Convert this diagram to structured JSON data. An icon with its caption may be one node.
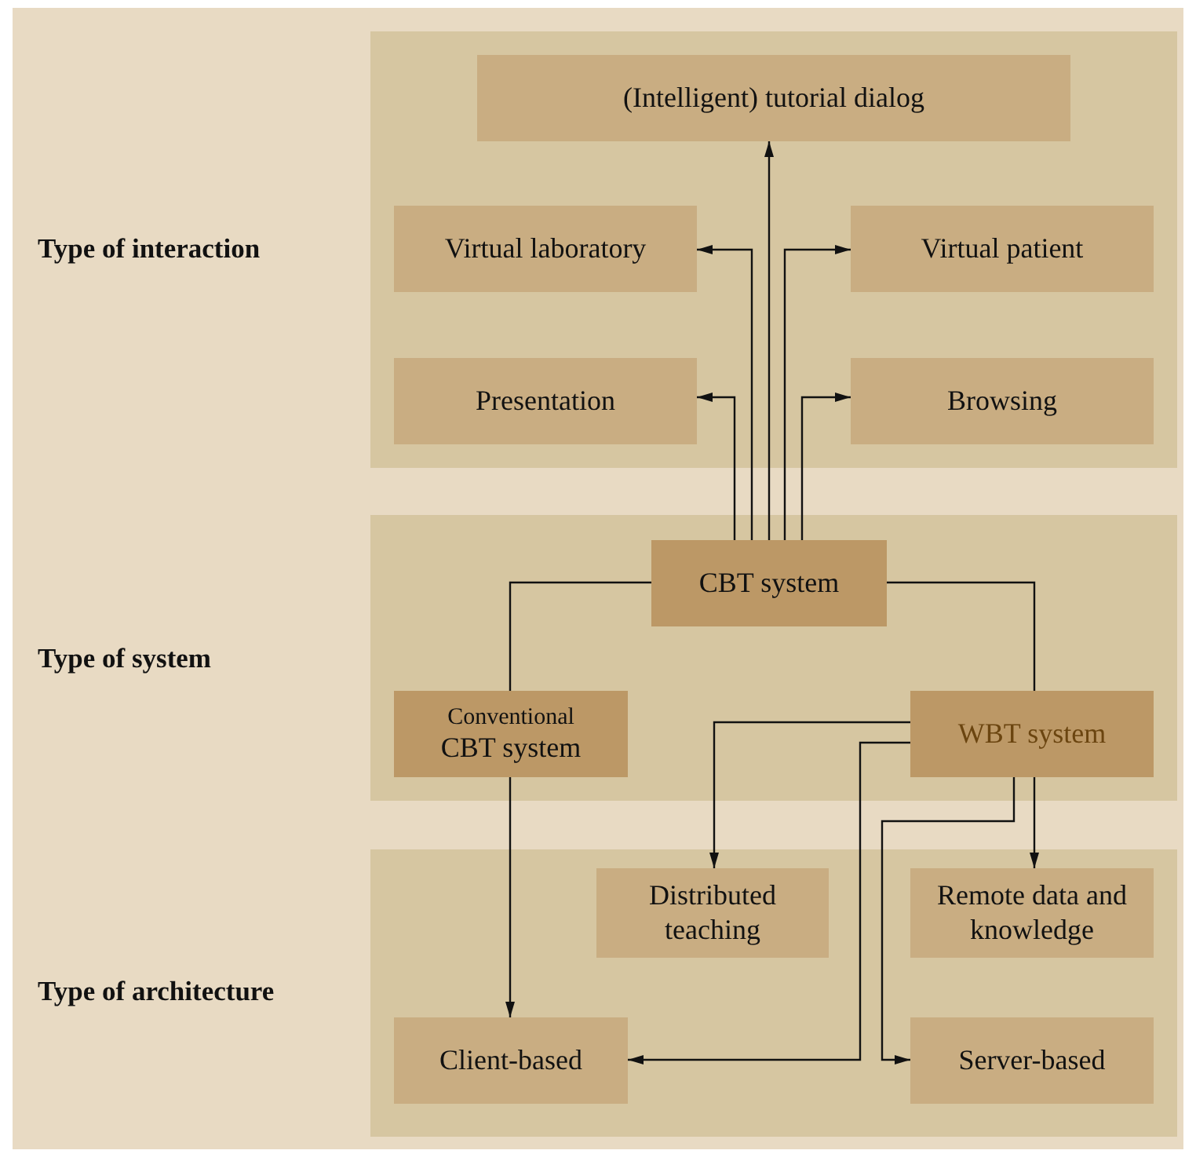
{
  "diagram": {
    "nodes": [
      {
        "text": [],
        "shape": "box"
      },
      {
        "text": [
          "(Intelligent) tutorial dialog"
        ],
        "in": 0
      },
      {
        "text": [
          "Virtual laboratory"
        ],
        "in": 0
      },
      {
        "text": [
          "Virtual patient"
        ],
        "in": 0
      },
      {
        "text": [
          "Presentation"
        ],
        "in": 0
      },
      {
        "text": [
          "Browsing"
        ],
        "in": 0
      },
      {
        "text": [],
        "shape": "box"
      },
      {
        "text": [
          "CBT system"
        ],
        "in": 6
      },
      {
        "text": [
          "Conventional",
          "CBT system"
        ],
        "in": 6
      },
      {
        "text": [
          "WBT system"
        ],
        "in": 6
      },
      {
        "text": [],
        "shape": "box"
      },
      {
        "text": [
          "Distributed teaching"
        ],
        "in": 10
      },
      {
        "text": [
          "Remote data and knowledge"
        ],
        "in": 10
      },
      {
        "text": [
          "Client-based"
        ],
        "in": 10
      },
      {
        "text": [
          "Server-based"
        ],
        "in": 10
      }
    ],
    "edges": [
      {
        "from": 7,
        "to": 1,
        "arrow": "to"
      },
      {
        "from": 7,
        "to": 2,
        "arrow": "to"
      },
      {
        "from": 7,
        "to": 3,
        "arrow": "to"
      },
      {
        "from": 7,
        "to": 4,
        "arrow": "to"
      },
      {
        "from": 7,
        "to": 5,
        "arrow": "to"
      },
      {
        "from": 7,
        "to": 8,
        "arrow": "none"
      },
      {
        "from": 7,
        "to": 9,
        "arrow": "none"
      },
      {
        "from": 8,
        "to": 13,
        "arrow": "to"
      },
      {
        "from": 9,
        "to": 11,
        "arrow": "to"
      },
      {
        "from": 9,
        "to": 12,
        "arrow": "to"
      },
      {
        "from": 9,
        "to": 13,
        "arrow": "to"
      },
      {
        "from": 9,
        "to": 14,
        "arrow": "to"
      }
    ],
    "labels": [
      "Type of interaction",
      "Type of system",
      "Type of architecture"
    ]
  }
}
